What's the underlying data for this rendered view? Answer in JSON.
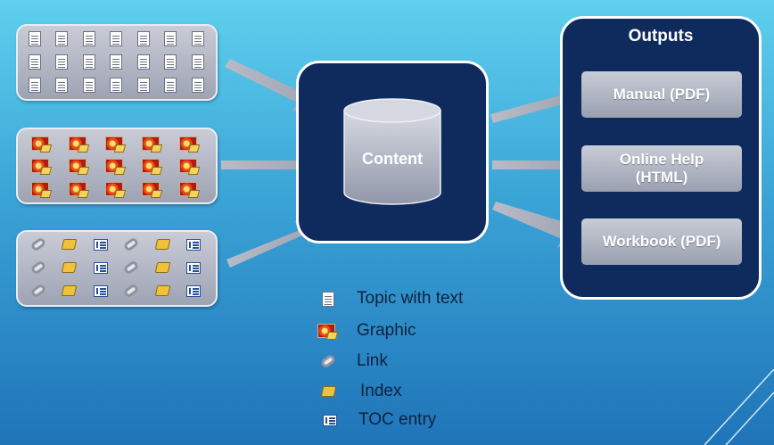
{
  "center": {
    "label": "Content"
  },
  "outputs": {
    "title": "Outputs",
    "items": [
      {
        "label": "Manual (PDF)"
      },
      {
        "label": "Online Help\n(HTML)"
      },
      {
        "label": "Workbook (PDF)"
      }
    ]
  },
  "legend": [
    {
      "icon": "document-icon",
      "label": "Topic with text"
    },
    {
      "icon": "graphic-icon",
      "label": "Graphic"
    },
    {
      "icon": "link-icon",
      "label": "Link"
    },
    {
      "icon": "index-icon",
      "label": "Index"
    },
    {
      "icon": "toc-icon",
      "label": "TOC entry"
    }
  ],
  "colors": {
    "background_top": "#5fd0ee",
    "background_bottom": "#1f74b8",
    "box_fill": "#0f2a5c",
    "panel_fill": "#b4b8c6",
    "arrow": "#a8adbb"
  }
}
